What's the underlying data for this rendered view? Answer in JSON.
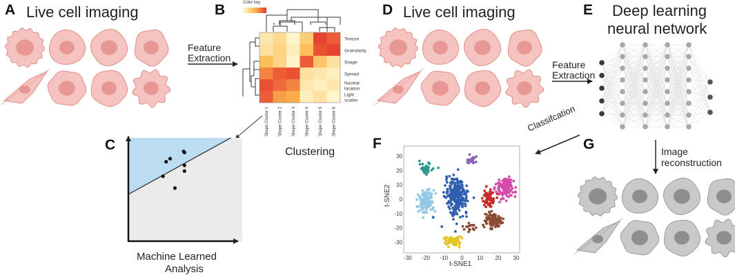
{
  "panels": {
    "A": "A",
    "B": "B",
    "C": "C",
    "D": "D",
    "E": "E",
    "F": "F",
    "G": "G"
  },
  "titles": {
    "live_cell_A": "Live cell imaging",
    "live_cell_D": "Live cell imaging",
    "deep_learning_line1": "Deep learning",
    "deep_learning_line2": "neural network"
  },
  "arrows": {
    "feature_extraction_1_line1": "Feature",
    "feature_extraction_1_line2": "Extraction",
    "feature_extraction_2_line1": "Feature",
    "feature_extraction_2_line2": "Extraction",
    "classification": "Classifcation",
    "image_reconstruction_line1": "Image",
    "image_reconstruction_line2": "reconstruction"
  },
  "heatmap": {
    "color_key": "Color key",
    "row_labels": [
      "Texture",
      "Granularity",
      "Shape",
      "Spread",
      "Nuclear\nlocation",
      "Light\nscatter"
    ],
    "col_labels": [
      "Shape Cluster 1",
      "Shape Cluster 2",
      "Shape Cluster 3",
      "Shape Cluster 4",
      "Shape Cluster 5",
      "Shape Cluster 6"
    ],
    "values": [
      [
        0.15,
        0.25,
        0.05,
        0.35,
        0.95,
        0.85
      ],
      [
        0.2,
        0.3,
        0.1,
        0.45,
        0.9,
        0.95
      ],
      [
        0.45,
        0.3,
        0.05,
        0.85,
        0.4,
        0.2
      ],
      [
        0.7,
        0.85,
        0.9,
        0.2,
        0.15,
        0.1
      ],
      [
        0.9,
        0.8,
        0.7,
        0.15,
        0.1,
        0.15
      ],
      [
        0.85,
        0.6,
        0.55,
        0.1,
        0.2,
        0.05
      ]
    ],
    "caption": "Clustering",
    "colors": {
      "low": "#fffbd9",
      "mid": "#fdb84c",
      "high": "#e5362e"
    }
  },
  "ml": {
    "caption_line1": "Machine Learned",
    "caption_line2": "Analysis",
    "points": [
      [
        0.37,
        0.33
      ],
      [
        0.33,
        0.61
      ],
      [
        0.6,
        0.51
      ],
      [
        0.59,
        0.13
      ],
      [
        0.48,
        0.84
      ],
      [
        0.6,
        0.4
      ],
      [
        0.42,
        0.27
      ],
      [
        0.6,
        0.15
      ]
    ],
    "region_color": "#bcdcf2",
    "bg_color": "#ebebeb"
  },
  "chart_data": {
    "type": "scatter",
    "xlabel": "t-SNE1",
    "ylabel": "t-SNE2",
    "xlim": [
      -30,
      30
    ],
    "ylim": [
      -35,
      35
    ],
    "xticks": [
      -30,
      -20,
      -10,
      0,
      10,
      20,
      30
    ],
    "yticks": [
      30,
      20,
      10,
      0,
      -10,
      -20,
      -30
    ],
    "clusters": [
      {
        "color": "#2e9a8c",
        "cx": -20,
        "cy": 21,
        "sx": 3.2,
        "sy": 3.5,
        "n": 45
      },
      {
        "color": "#8a63b8",
        "cx": 5,
        "cy": 27,
        "sx": 3,
        "sy": 2.2,
        "n": 24
      },
      {
        "color": "#93c8e7",
        "cx": -20,
        "cy": -2,
        "sx": 4,
        "sy": 8,
        "n": 130
      },
      {
        "color": "#2f5fb0",
        "cx": -3,
        "cy": 2,
        "sx": 5.5,
        "sy": 11,
        "n": 260
      },
      {
        "color": "#d44cab",
        "cx": 24,
        "cy": 8,
        "sx": 4.5,
        "sy": 7,
        "n": 130
      },
      {
        "color": "#c42b2b",
        "cx": 15,
        "cy": 1,
        "sx": 3,
        "sy": 5,
        "n": 70
      },
      {
        "color": "#8b4a32",
        "cx": 17,
        "cy": -15,
        "sx": 4,
        "sy": 5,
        "n": 100
      },
      {
        "color": "#8b4a32",
        "cx": 3,
        "cy": -20,
        "sx": 4,
        "sy": 3,
        "n": 15
      },
      {
        "color": "#e3c51f",
        "cx": -5,
        "cy": -29,
        "sx": 4,
        "sy": 3,
        "n": 60
      }
    ]
  }
}
